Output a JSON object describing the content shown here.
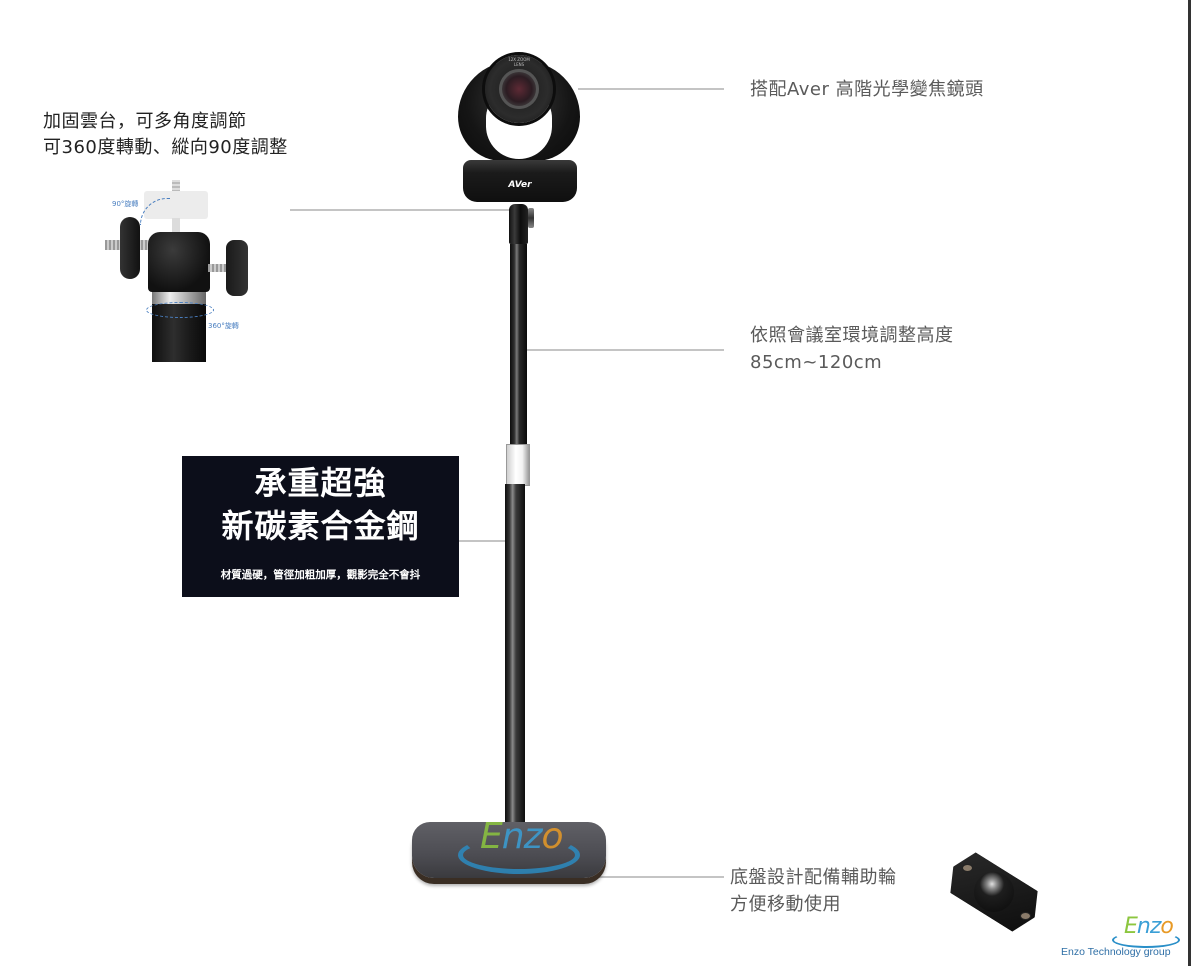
{
  "captions": {
    "ball_head": {
      "line1": "加固雲台，可多角度調節",
      "line2": "可360度轉動、縱向90度調整"
    },
    "lens": "搭配Aver 高階光學變焦鏡頭",
    "height": {
      "line1": "依照會議室環境調整高度",
      "line2": "85cm~120cm"
    },
    "base": {
      "line1": "底盤設計配備輔助輪",
      "line2": "方便移動使用"
    }
  },
  "ball_head_image": {
    "label_90": "90°旋轉",
    "label_360": "360°旋轉"
  },
  "promo": {
    "title_line1": "承重超強",
    "title_line2": "新碳素合金鋼",
    "subtitle": "材質過硬，管徑加粗加厚，觀影完全不會抖"
  },
  "camera": {
    "brand": "AVer",
    "lens_label": "12X ZOOM LENS"
  },
  "watermark": {
    "letters": [
      "E",
      "n",
      "z",
      "o"
    ]
  },
  "corner_logo": {
    "letters": [
      "E",
      "n",
      "z",
      "o"
    ],
    "tagline": "Enzo Technology group"
  },
  "colors": {
    "caption_text": "#5a5a5a",
    "callout_line": "#c4c4c4",
    "promo_bg": "#0c0e1a",
    "logo_green": "#8cc63f",
    "logo_blue": "#3a9fd6",
    "logo_orange": "#e89a26",
    "tagline_blue": "#2f6fa6"
  }
}
